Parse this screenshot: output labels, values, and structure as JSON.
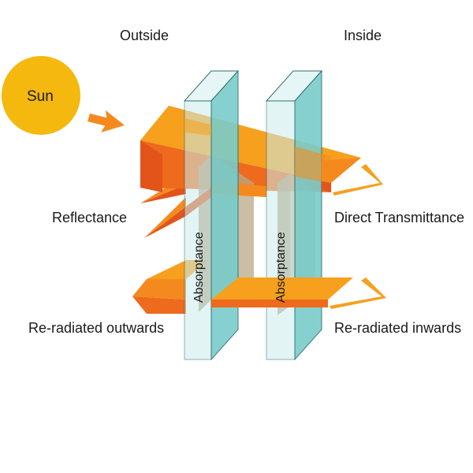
{
  "labels": {
    "outside": "Outside",
    "inside": "Inside",
    "sun": "Sun",
    "reflectance": "Reflectance",
    "re_radiated_outwards": "Re-radiated outwards",
    "direct_transmittance": "Direct Transmittance",
    "re_radiated_inwards": "Re-radiated inwards",
    "absorptance_left": "Absorptance",
    "absorptance_right": "Absorptance"
  },
  "colors": {
    "sun": "#f5b80e",
    "orange_light": "#f6a01e",
    "orange_mid": "#f48a1e",
    "orange_dark": "#ee6a1c",
    "orange_deep": "#e2541a",
    "glass_front": "#ccecec",
    "glass_side": "#79ccca",
    "glass_top": "#e6f5f5",
    "glass_edge": "#2f6f70",
    "absorb_band": "#ad9b78"
  }
}
